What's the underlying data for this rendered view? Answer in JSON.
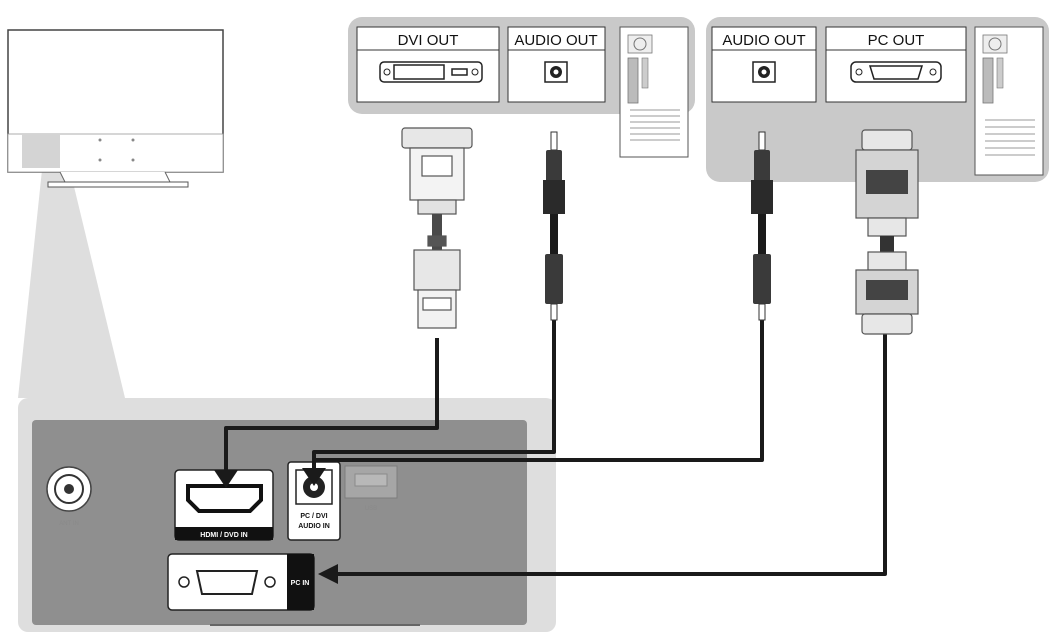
{
  "pc_left": {
    "dvi_out_label": "DVI OUT",
    "audio_out_label": "AUDIO OUT"
  },
  "pc_right": {
    "audio_out_label": "AUDIO OUT",
    "pc_out_label": "PC OUT"
  },
  "tv_panel": {
    "ant_in_label": "ANT IN",
    "hdmi_label": "HDMI / DVD IN",
    "pc_dvi_audio_label_1": "PC / DVI",
    "pc_dvi_audio_label_2": "AUDIO IN",
    "usb_label": "USB",
    "pc_in_label": "PC IN"
  },
  "colors": {
    "panel_gray": "#c9c9c9",
    "panel_dark": "#8f8f8f",
    "cable": "#1a1a1a",
    "callout": "#d9d9d9"
  }
}
